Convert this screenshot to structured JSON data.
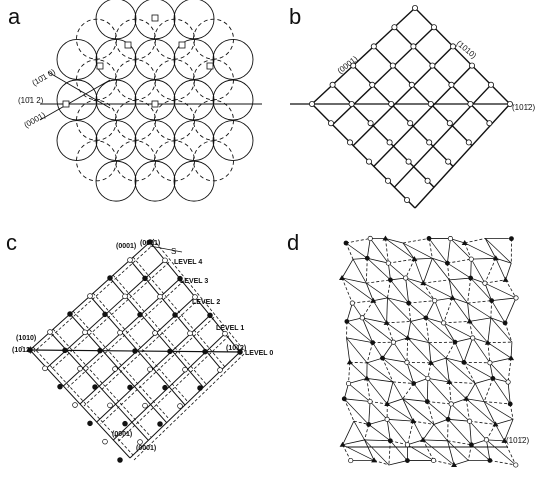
{
  "panels": {
    "a": {
      "letter": "a",
      "labels": {
        "p1": "(10̄1 0)",
        "p2": "(10̄1 2)",
        "p3": "(0001)"
      }
    },
    "b": {
      "letter": "b",
      "labels": {
        "p1": "(0001)",
        "p2": "(1010)",
        "p3": "(101̄2)"
      }
    },
    "c": {
      "letter": "c",
      "labels": {
        "s": "S",
        "level4": "LEVEL 4",
        "level3": "LEVEL 3",
        "level2": "LEVEL 2",
        "level1": "LEVEL 1",
        "level0": "LEVEL 0",
        "left_a": "(1010)",
        "left_b": "(10̄12)",
        "right_a": "(10̄12)",
        "top_a": "(0001)",
        "top_b": "(0001)",
        "bot_a": "(0001)",
        "bot_b": "(0001)"
      }
    },
    "d": {
      "letter": "d",
      "labels": {
        "p1": "(101̄2)"
      }
    }
  },
  "colors": {
    "ink": "#111111",
    "paper": "#ffffff"
  }
}
